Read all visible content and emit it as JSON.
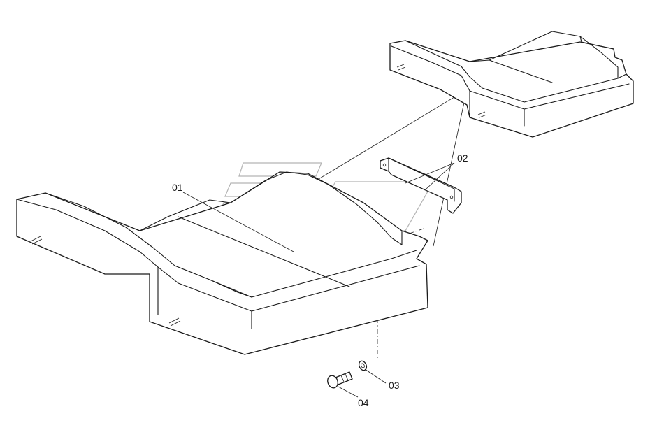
{
  "labels": {
    "part_01": "01",
    "part_02": "02",
    "part_03": "03",
    "part_04": "04"
  },
  "colors": {
    "line": "#1a1a1a",
    "watermark": "#9a9a9a",
    "background": "#ffffff"
  }
}
